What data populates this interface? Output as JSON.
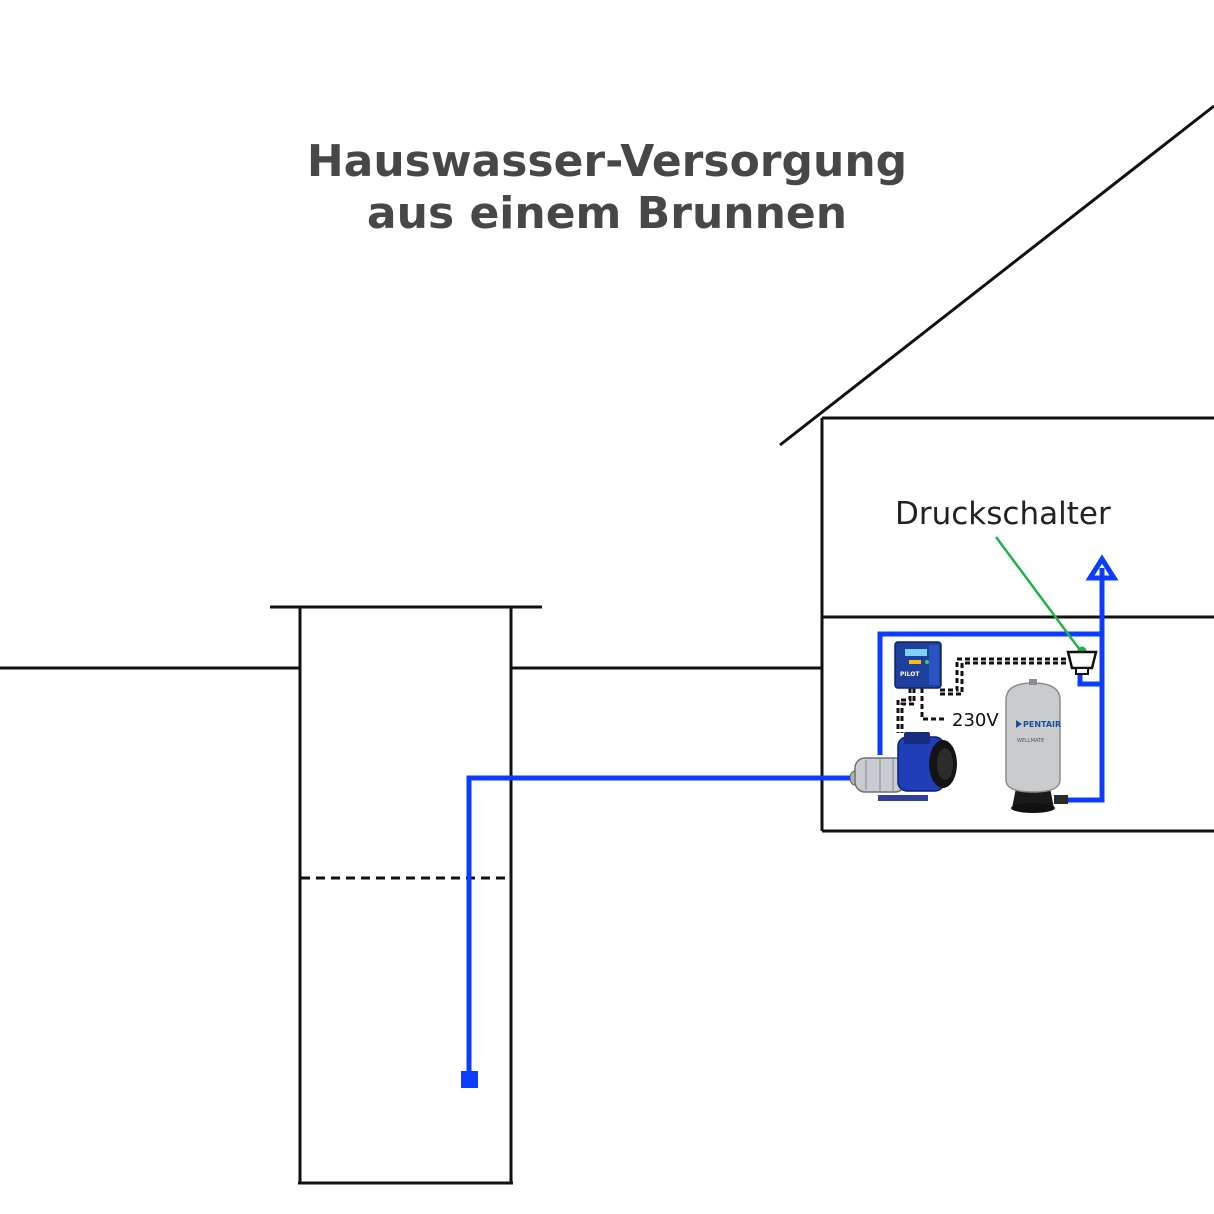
{
  "title": {
    "line1": "Hauswasser-Versorgung",
    "line2": "aus einem Brunnen"
  },
  "labels": {
    "pressure_switch": "Druckschalter",
    "voltage": "230V",
    "tank_brand": "PENTAIR",
    "tank_model": "WELLMATE",
    "controller_brand": "PILOT"
  },
  "colors": {
    "water_pipe": "#0b3cff",
    "pointer_line": "#22b24c",
    "outline": "#111111",
    "title": "#474747"
  },
  "icons": {
    "flow_arrow": "arrow-up-icon",
    "suction_strainer": "square-icon"
  }
}
